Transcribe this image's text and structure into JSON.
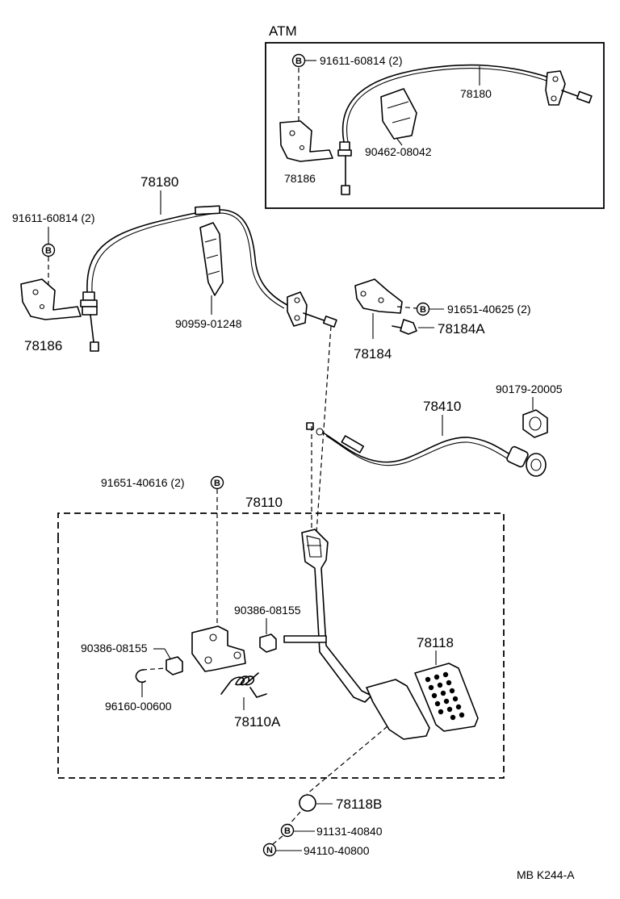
{
  "title_block": {
    "atm_label": "ATM",
    "footer_code": "MB  K244-A"
  },
  "badges": {
    "b": "B",
    "n": "N"
  },
  "atm_box": {
    "label_91611": "91611-60814 (2)",
    "label_78180": "78180",
    "label_90462": "90462-08042",
    "label_78186": "78186"
  },
  "upper": {
    "label_78180": "78180",
    "label_91611": "91611-60814 (2)",
    "label_78186": "78186",
    "label_90959": "90959-01248",
    "label_91651_625": "91651-40625 (2)",
    "label_78184A": "78184A",
    "label_78184": "78184",
    "label_90179": "90179-20005",
    "label_78410": "78410"
  },
  "pedal": {
    "label_91651_616": "91651-40616 (2)",
    "label_78110": "78110",
    "label_90386_right": "90386-08155",
    "label_90386_left": "90386-08155",
    "label_78118": "78118",
    "label_96160": "96160-00600",
    "label_78110A": "78110A"
  },
  "bottom": {
    "label_78118B": "78118B",
    "label_91131": "91131-40840",
    "label_94110": "94110-40800"
  }
}
